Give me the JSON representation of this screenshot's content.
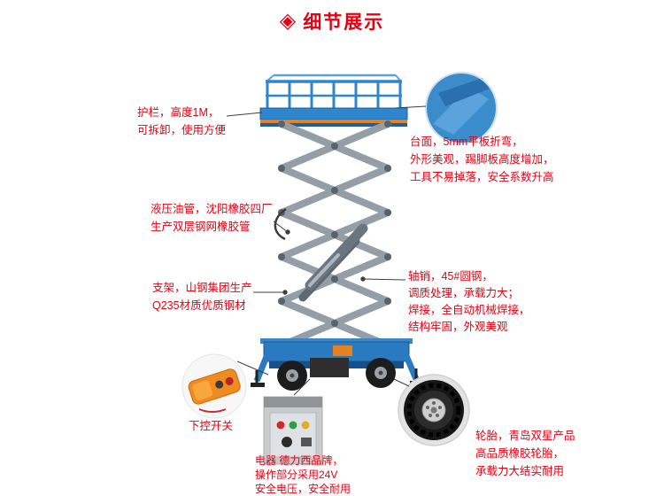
{
  "header": {
    "title": "细节展示"
  },
  "colors": {
    "accent_red": "#e60012",
    "machine_blue": "#2f86cc",
    "machine_blue_dark": "#1d5fa2",
    "scissor_gray": "#949ea7",
    "orange_accent": "#e5821f"
  },
  "callouts": {
    "guardrail": {
      "lines": [
        "护栏，高度1M，",
        "可拆卸，使用方便"
      ]
    },
    "platform": {
      "lines": [
        "台面，5mm平板折弯，",
        "外形美观，踢脚板高度增加，",
        "工具不易掉落，安全系数升高"
      ]
    },
    "hydraulic_hose": {
      "lines": [
        "液压油管，沈阳橡胶四厂",
        "生产双层钢网橡胶管"
      ]
    },
    "support_frame": {
      "lines": [
        "支架，山钢集团生产",
        "Q235材质优质钢材"
      ]
    },
    "axle_pin": {
      "lines": [
        "轴销，45#圆钢，",
        "调质处理，承载力大；",
        "焊接，全自动机械焊接，",
        "结构牢固，外观美观"
      ]
    },
    "lower_switch": {
      "label": "下控开关"
    },
    "electrics": {
      "lines": [
        "电器 德力西品牌，",
        "操作部分采用24V",
        "安全电压，安全耐用"
      ]
    },
    "tires": {
      "lines": [
        "轮胎，青岛双星产品",
        "高品质橡胶轮胎，",
        "承载力大结实耐用"
      ]
    }
  }
}
